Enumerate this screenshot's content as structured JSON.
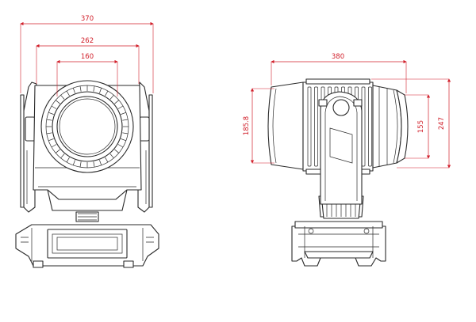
{
  "diagram": {
    "front_view": {
      "overall_width": "370",
      "mid_width": "262",
      "lens_width": "160"
    },
    "side_view": {
      "overall_length": "380",
      "head_height": "185.8",
      "inner_height": "155",
      "overall_height": "247"
    },
    "line_color": "#2a2a2a",
    "dimension_color": "#d11f2a"
  }
}
